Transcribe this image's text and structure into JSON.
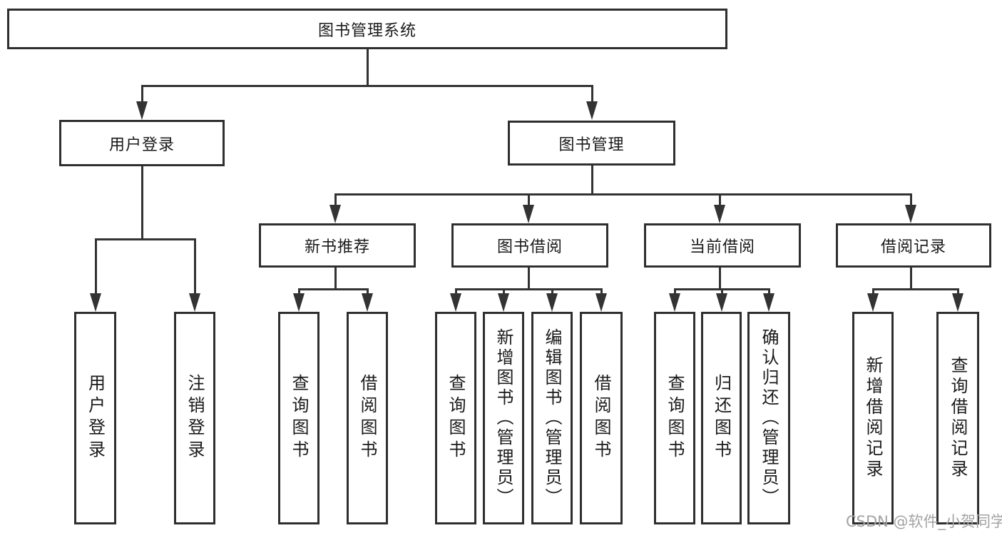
{
  "diagram": {
    "root_label": "图书管理系统",
    "branches": [
      {
        "label": "用户登录",
        "leaves": [
          "用户登录",
          "注销登录"
        ]
      },
      {
        "label": "图书管理",
        "sections": [
          {
            "label": "新书推荐",
            "leaves": [
              "查询图书",
              "借阅图书"
            ]
          },
          {
            "label": "图书借阅",
            "leaves": [
              "查询图书",
              "新增图书（管理员）",
              "编辑图书（管理员）",
              "借阅图书"
            ]
          },
          {
            "label": "当前借阅",
            "leaves": [
              "查询图书",
              "归还图书",
              "确认归还（管理员）"
            ]
          },
          {
            "label": "借阅记录",
            "leaves": [
              "新增借阅记录",
              "查询借阅记录"
            ]
          }
        ]
      }
    ]
  },
  "watermark": {
    "label": "CSDN @软件_小贺同学"
  },
  "colors": {
    "line": "#333333",
    "box_border": "#2f2f2f",
    "text": "#1a1a1a",
    "background": "#ffffff",
    "watermark": "#a3a3a3"
  }
}
